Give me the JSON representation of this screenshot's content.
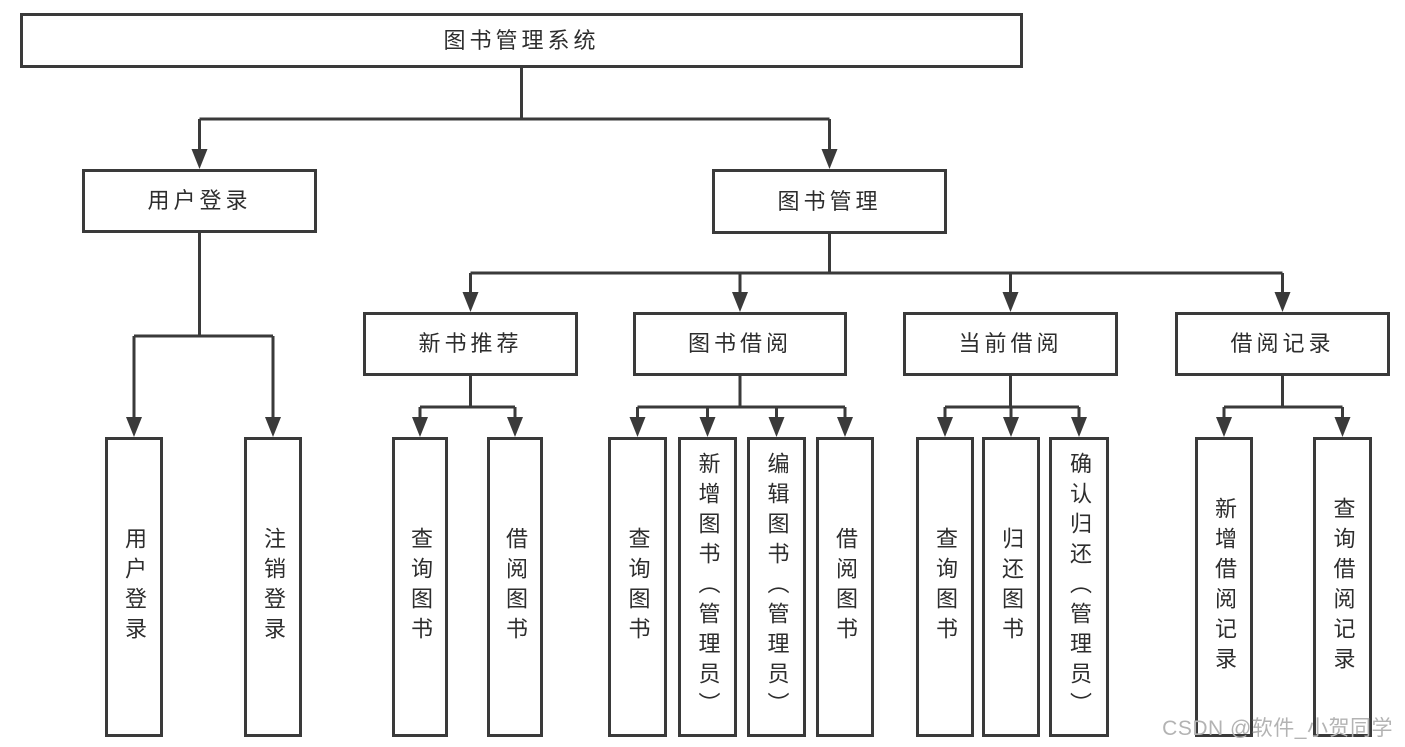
{
  "diagram": {
    "root": "图书管理系统",
    "level2": [
      {
        "label": "用户登录",
        "children": [
          "用户登录",
          "注销登录"
        ]
      },
      {
        "label": "图书管理",
        "children": [
          {
            "label": "新书推荐",
            "children": [
              "查询图书",
              "借阅图书"
            ]
          },
          {
            "label": "图书借阅",
            "children": [
              "查询图书",
              "新增图书（管理员）",
              "编辑图书（管理员）",
              "借阅图书"
            ]
          },
          {
            "label": "当前借阅",
            "children": [
              "查询图书",
              "归还图书",
              "确认归还（管理员）"
            ]
          },
          {
            "label": "借阅记录",
            "children": [
              "新增借阅记录",
              "查询借阅记录"
            ]
          }
        ]
      }
    ]
  },
  "watermark": {
    "text": "CSDN @软件_小贺同学"
  },
  "colors": {
    "line": "#3a3a3a",
    "text": "#2d2d2d",
    "box_fill": "#ffffff",
    "background": "#ffffff",
    "watermark": "#b3b3b3"
  }
}
